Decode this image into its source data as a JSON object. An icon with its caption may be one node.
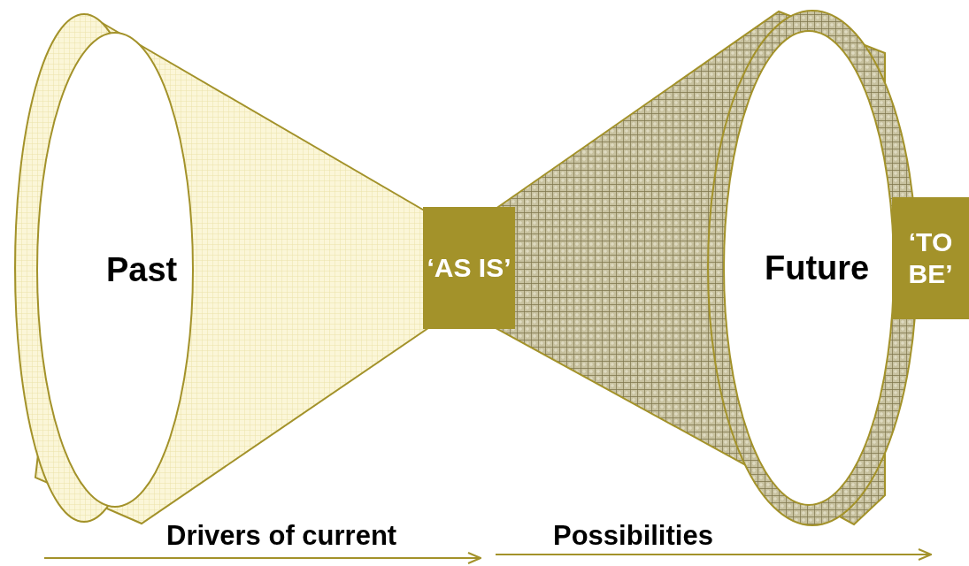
{
  "diagram": {
    "nodes": [
      {
        "text": [
          "Past"
        ]
      },
      {
        "text": [
          "‘AS IS’"
        ]
      },
      {
        "text": [
          "Future"
        ]
      },
      {
        "text": [
          "‘TO BE’"
        ]
      }
    ],
    "labels": [
      "Drivers of current",
      "Possibilities"
    ]
  }
}
